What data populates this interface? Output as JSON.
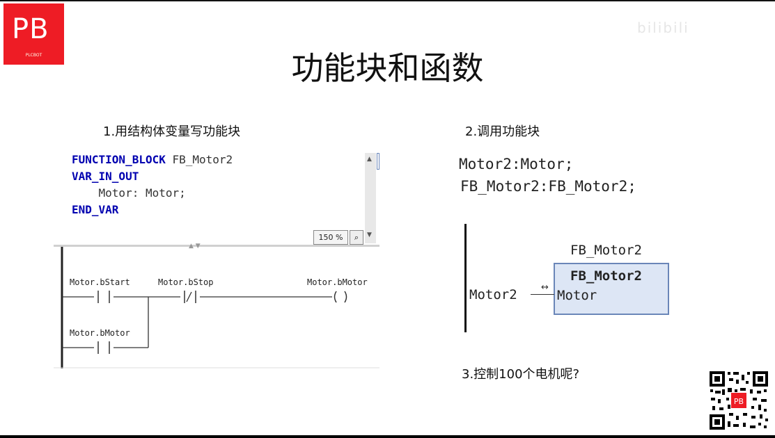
{
  "logo": {
    "text": "PB",
    "sub": "PLCBOT"
  },
  "watermark": "bilibili",
  "title": "功能块和函数",
  "section1": {
    "heading": "1.用结构体变量写功能块",
    "code": {
      "kw1": "FUNCTION_BLOCK",
      "fb_name": " FB_Motor2",
      "kw2": "VAR_IN_OUT",
      "line3": "    Motor: Motor;",
      "kw3": "END_VAR"
    },
    "zoom": "150 %",
    "ladder": {
      "contact1": "Motor.bStart",
      "contact2": "Motor.bStop",
      "coil": "Motor.bMotor",
      "contact3": "Motor.bMotor"
    }
  },
  "section2": {
    "heading": "2.调用功能块",
    "decl1": "Motor2:Motor;",
    "decl2": "FB_Motor2:FB_Motor2;",
    "instance_name": "FB_Motor2",
    "block_type": "FB_Motor2",
    "input_var": "Motor2",
    "pin": "Motor",
    "inout_symbol": "↔"
  },
  "section3": {
    "heading": "3.控制100个电机呢?"
  },
  "colors": {
    "logo_red": "#ee1c25",
    "keyword_blue": "#0000b0",
    "fb_fill": "#dde6f5",
    "fb_border": "#6a86b8"
  }
}
